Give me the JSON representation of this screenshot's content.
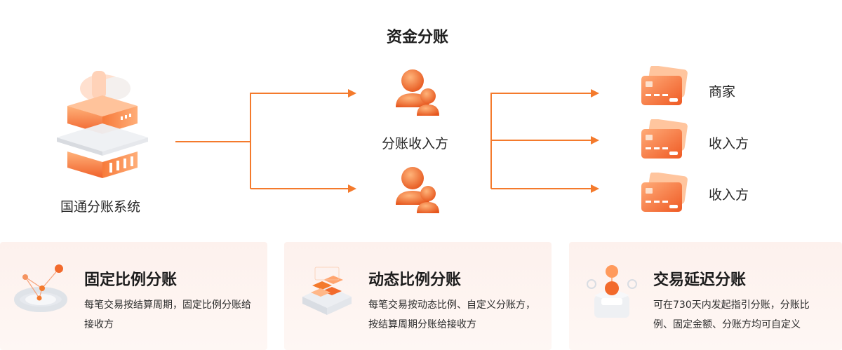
{
  "title": "资金分账",
  "source": {
    "label": "国通分账系统"
  },
  "middle": {
    "label": "分账收入方"
  },
  "recipients": [
    {
      "label": "商家"
    },
    {
      "label": "收入方"
    },
    {
      "label": "收入方"
    }
  ],
  "features": [
    {
      "title": "固定比例分账",
      "desc": "每笔交易按结算周期，固定比例分账给接收方",
      "icon": "ring-network-icon"
    },
    {
      "title": "动态比例分账",
      "desc": "每笔交易按动态比例、自定义分账方，按结算周期分账给接收方",
      "icon": "stacked-blocks-icon"
    },
    {
      "title": "交易延迟分账",
      "desc": "可在730天内发起指引分账，分账比例、固定金额、分账方均可自定义",
      "icon": "timer-box-icon"
    }
  ],
  "colors": {
    "accent": "#f47a2c",
    "accent_dark": "#e45a1f",
    "card_bg": "#fdf1ed"
  }
}
